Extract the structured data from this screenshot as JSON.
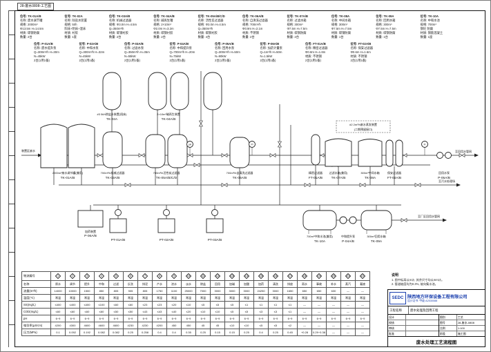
{
  "doc": {
    "code": "28-废水0808-工艺图"
  },
  "spec_row1": [
    [
      "位号: TK-01A/B",
      "名称: 废水调节罐",
      "规格: 2000m³",
      "Φ13.5m H=14.5m",
      "材质: 碳钢防腐",
      "数量: 2台"
    ],
    [
      "位号: TK-02A",
      "名称: 除盐水装置",
      "规格: 5t/h",
      "阳床+阴床+混床",
      "材质: 衬胶",
      "数量: 1套"
    ],
    [
      "位号: TK-03A/B",
      "名称: 机械过滤器",
      "规格: Φ3.0m H=4.5m",
      "Q=350m³/h",
      "材质: 碳钢衬胶",
      "数量: 2台"
    ],
    [
      "位号: TK-04A/B",
      "名称: 碱再生罐",
      "规格: 2×10m³",
      "Φ2.0m H=3.2m",
      "材质: 碳钢衬胶",
      "数量: 2台"
    ],
    [
      "位号: TK-05A/B/C/D",
      "名称: 活性炭过滤器",
      "规格: Φ3.0m H=4.5m",
      "Q=350m³/h",
      "材质: 碳钢衬胶",
      "数量: 4台"
    ],
    [
      "位号: TK-06A/B",
      "名称: 自清洗过滤器",
      "规格: 700m³/h",
      "Φ0.9m H=2.1m",
      "材质: 不锈钢",
      "数量: 2台"
    ],
    [
      "位号: TK-07A/B",
      "名称: 过滤水箱",
      "规格: 300m³",
      "Φ7.5m H=7.5m",
      "材质: 碳钢防腐",
      "数量: 2台"
    ],
    [
      "位号: TK-08A",
      "名称: 中间水箱",
      "规格: 300m³",
      "Φ7.5m H=7.5m",
      "材质: 碳钢防腐",
      "数量: 1台"
    ],
    [
      "位号: TK-09A",
      "名称: 回用水箱",
      "规格: 300m³",
      "Φ7.5m H=7.5m",
      "材质: 碳钢防腐",
      "数量: 1台"
    ],
    [
      "位号: TK-10A",
      "名称: 中和水池",
      "规格: 700m³",
      "钢砼 防腐",
      "材质: 钢筋混凝土",
      "数量: 1座"
    ]
  ],
  "spec_row2": [
    [
      "位号: P-01A/B",
      "名称: 废水提升泵",
      "Q=300m³/h H=30m",
      "N=45kW",
      "2台(1用1备)"
    ],
    [
      "位号: P-02A/B",
      "名称: 中和水泵",
      "Q=300m³/h H=32m",
      "N=45kW",
      "2台(1用1备)"
    ],
    [
      "位号: P-03A/B",
      "名称: 过滤水泵",
      "Q=350m³/h H=35m",
      "N=55kW",
      "2台(1用1备)"
    ],
    [
      "位号: P-04A/B",
      "名称: 中和提升泵",
      "Q=700m³/h H=20m",
      "N=75kW",
      "2台(1用1备)"
    ],
    [
      "位号: P-05A/B",
      "名称: 回用水泵",
      "Q=300m³/h H=50m",
      "N=90kW",
      "2台(1用1备)"
    ],
    [
      "位号: P-06A/B",
      "名称: 加药计量泵",
      "Q=1m³/h H=50m",
      "N=1.5kW",
      "2台(1用1备)"
    ],
    [
      "位号: FT-01A/B",
      "名称: 精密过滤器",
      "Φ0.8m H=1.8m",
      "材质: 不锈钢",
      "2台(1用1备)"
    ],
    [
      "位号: FT-02A/B",
      "名称: 保安过滤器",
      "Φ0.6m H=1.6m",
      "材质: 不锈钢",
      "2台(1用1备)"
    ]
  ],
  "diagram": {
    "inlet_label": "装置区废水",
    "outlet_main": "至回用水管网",
    "outlet_side": "至污水处理场",
    "outlet_bottom": "至厂区回用水管网",
    "note_box": [
      "#2 2m³/h废水蒸发装置",
      "(二期预留接口)"
    ],
    "instruments": [
      "pH",
      "PI",
      "FI"
    ],
    "equipment": {
      "tk01": {
        "name": "2000m³废水调节罐(兼用)",
        "tag": "TK-01A/B"
      },
      "tk02": {
        "name": "#3 5t/h除盐水装置(阳床)",
        "tag": "TK-02A"
      },
      "tk04": {
        "name": "2×10m³碱再生装置",
        "tag": "TK-04A/B"
      },
      "tk03": {
        "name": "700m³/h机械过滤器",
        "tag": "TK-03A/B"
      },
      "tk05": {
        "name": "700m³/h活性炭过滤器",
        "tag": "TK-05A/B/C/D"
      },
      "tk06": {
        "name": "700m³/h自清洗过滤器",
        "tag": "TK-06A/B"
      },
      "ft01": {
        "name": "精密过滤器",
        "tag": "FT-01A/B"
      },
      "tk07": {
        "name": "过滤水箱(兼用)",
        "tag": "TK-07A/B"
      },
      "tk08": {
        "name": "300m³中间水箱",
        "tag": "TK-08A"
      },
      "ft02": {
        "name": "保安过滤器",
        "tag": "FT-02A/B"
      },
      "p05": {
        "name": "回用水泵",
        "tag": "P-05A/B"
      },
      "dosing": {
        "name": "加药装置",
        "tag": "P-06A/B"
      },
      "pt01": {
        "tag": "PT-01A/B"
      },
      "pt02": {
        "tag": "PT-02A/B"
      },
      "pt03": {
        "tag": "PT-03A/B"
      },
      "tk10": {
        "name": "700m³中和水池(兼用)",
        "tag": "TK-10A"
      },
      "p04": {
        "name": "中和提升泵",
        "tag": "P-04A/B"
      },
      "tk09": {
        "name": "300m³回用水箱",
        "tag": "TK-09A"
      }
    }
  },
  "notes": {
    "title": "说明",
    "items": [
      "1. 图中标高以m计, 其余尺寸均以mm计。",
      "2. 管道坡度均为0.3%, 坡向集水池。"
    ]
  },
  "stream_table": {
    "corner": "物流编号",
    "streams": [
      1,
      2,
      3,
      4,
      5,
      6,
      7,
      8,
      9,
      10,
      11,
      12,
      13,
      14,
      15,
      16,
      17,
      18,
      19,
      20,
      21,
      22
    ],
    "rows": [
      {
        "label": "名称",
        "values": [
          "原水",
          "调节",
          "提升",
          "中和",
          "过滤",
          "反洗",
          "排泥",
          "产水",
          "浓水",
          "淡水",
          "除盐",
          "回用",
          "加碱",
          "加酸",
          "加药",
          "清洗",
          "排放",
          "雨水",
          "事故",
          "补水",
          "蒸汽",
          "凝液"
        ]
      },
      {
        "label": "流量(m³/h)",
        "values": [
          "14000",
          "10000",
          "1500",
          "850",
          "805",
          "905",
          "805",
          "1750",
          "1100",
          "25000",
          "7000",
          "3000",
          "3000",
          "3000",
          "24250",
          "3000",
          "1650",
          "650",
          "650",
          "630",
          "—",
          "—"
        ]
      },
      {
        "label": "温度(℃)",
        "values": [
          "常温",
          "常温",
          "常温",
          "常温",
          "常温",
          "常温",
          "常温",
          "常温",
          "常温",
          "常温",
          "常温",
          "常温",
          "常温",
          "常温",
          "常温",
          "常温",
          "常温",
          "常温",
          "常温",
          "常温",
          "常温",
          "常温"
        ]
      },
      {
        "label": "SS(mg/L)",
        "values": [
          "≤400",
          "≤400",
          "≤400",
          "≤100",
          "≤60",
          "≤60",
          "≤23",
          "≤23",
          "≤20",
          "≤10",
          "≤5",
          "≤5",
          "≤5",
          "≤1",
          "≤1",
          "≤1",
          "≤1",
          "—",
          "—",
          "—",
          "—",
          "—"
        ]
      },
      {
        "label": "COD(mg/L)",
        "values": [
          "≤60",
          "≤60",
          "≤60",
          "≤60",
          "≤50",
          "≤50",
          "≤43",
          "≤43",
          "≤40",
          "≤20",
          "≤10",
          "≤10",
          "≤5",
          "≤5",
          "≤3",
          "≤3",
          "≤1",
          "—",
          "—",
          "—",
          "—",
          "—"
        ]
      },
      {
        "label": "pH",
        "values": [
          "6~9",
          "6~9",
          "6~9",
          "6~9",
          "6~9",
          "6~9",
          "6~9",
          "6~9",
          "6~9",
          "6~9",
          "6~9",
          "6~9",
          "6~9",
          "6~9",
          "6~9",
          "6~9",
          "6~9",
          "6~9",
          "6~9",
          "6~9",
          "6~9",
          "6~9"
        ]
      },
      {
        "label": "电导率(μS/cm)",
        "values": [
          "4200",
          "4300",
          "4600",
          "4600",
          "4600",
          "4230",
          "4230",
          "4200",
          "450",
          "450",
          "45",
          "45",
          "≤10",
          "≤10",
          "≤5",
          "≤5",
          "≤2",
          "—",
          "—",
          "—",
          "—",
          "—"
        ]
      },
      {
        "label": "压力(MPa)",
        "values": [
          "0.1",
          "0.092",
          "0.192",
          "0.082",
          "0.082",
          "0.25",
          "0.258",
          "0.4",
          "0.4",
          "0.35",
          "0.25",
          "0.15",
          "0.15",
          "0.25",
          "0.4",
          "0.25",
          "0.45",
          "+0.28",
          "0.29~0.38",
          "—",
          "—",
          "—"
        ]
      }
    ]
  },
  "titleblock": {
    "logo": "SEDC",
    "company": "陕西地方环保设备工程有限公司",
    "cert": "设计证书: 甲级 A2530088",
    "project_label": "工程名称",
    "project": "废水处理及回用工程",
    "title": "废水处理工艺流程图",
    "signs": [
      {
        "label": "设计"
      },
      {
        "label": "校核"
      },
      {
        "label": "审核"
      },
      {
        "label": "批准"
      }
    ],
    "meta": [
      {
        "label": "图别",
        "value": "工艺"
      },
      {
        "label": "图号",
        "value": "28-废水-0808"
      },
      {
        "label": "比例",
        "value": "1:100"
      },
      {
        "label": "阶段",
        "value": "施工图"
      }
    ]
  }
}
